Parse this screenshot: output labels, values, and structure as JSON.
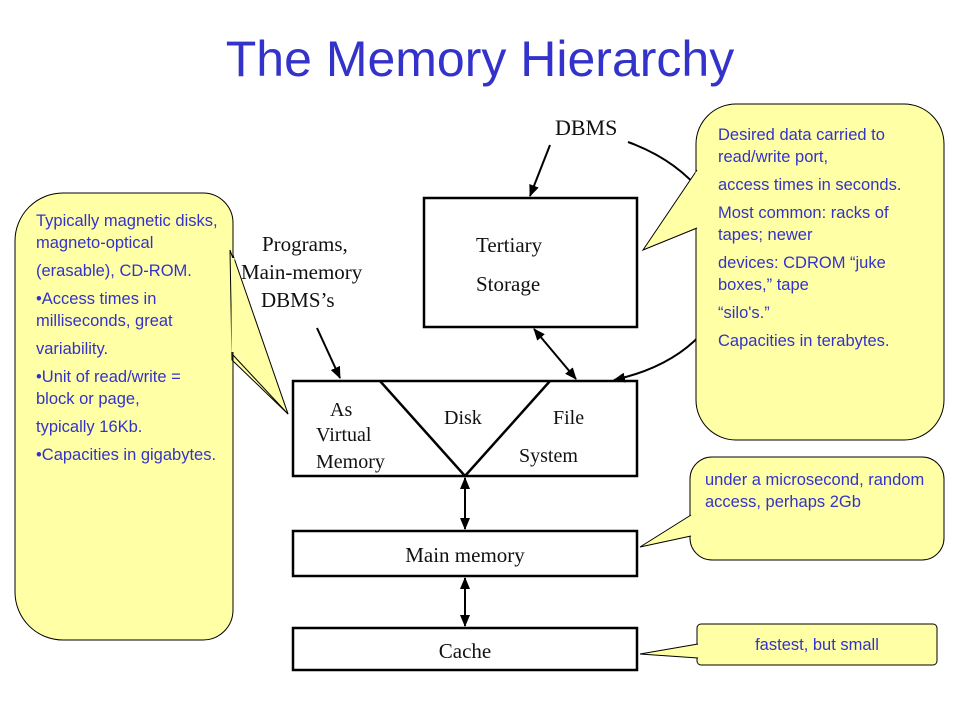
{
  "title": "The Memory Hierarchy",
  "diagram": {
    "dbms_label": "DBMS",
    "programs_label": [
      "Programs,",
      "Main-memory",
      "DBMS’s"
    ],
    "tertiary": [
      "Tertiary",
      "Storage"
    ],
    "virtual_memory": [
      "As",
      "Virtual",
      "Memory"
    ],
    "disk": "Disk",
    "file_system": [
      "File",
      "System"
    ],
    "main_memory": "Main memory",
    "cache": "Cache"
  },
  "callouts": {
    "left": [
      "Typically magnetic disks, magneto-optical",
      "(erasable), CD-ROM.",
      "•Access times in milliseconds, great",
      "variability.",
      "•Unit of read/write = block or page,",
      "typically 16Kb.",
      "•Capacities in gigabytes."
    ],
    "top_right": [
      "Desired data carried to read/write port,",
      "access times in seconds.",
      "Most common: racks of tapes; newer",
      "devices: CDROM “juke boxes,” tape",
      "“silo's.”",
      "Capacities in terabytes."
    ],
    "mid_right": "under a microsecond, random access, perhaps 2Gb",
    "bottom_right": "fastest, but small"
  },
  "colors": {
    "title": "#3333cc",
    "callout_fill": "#ffffa6",
    "callout_text": "#3333cc"
  }
}
